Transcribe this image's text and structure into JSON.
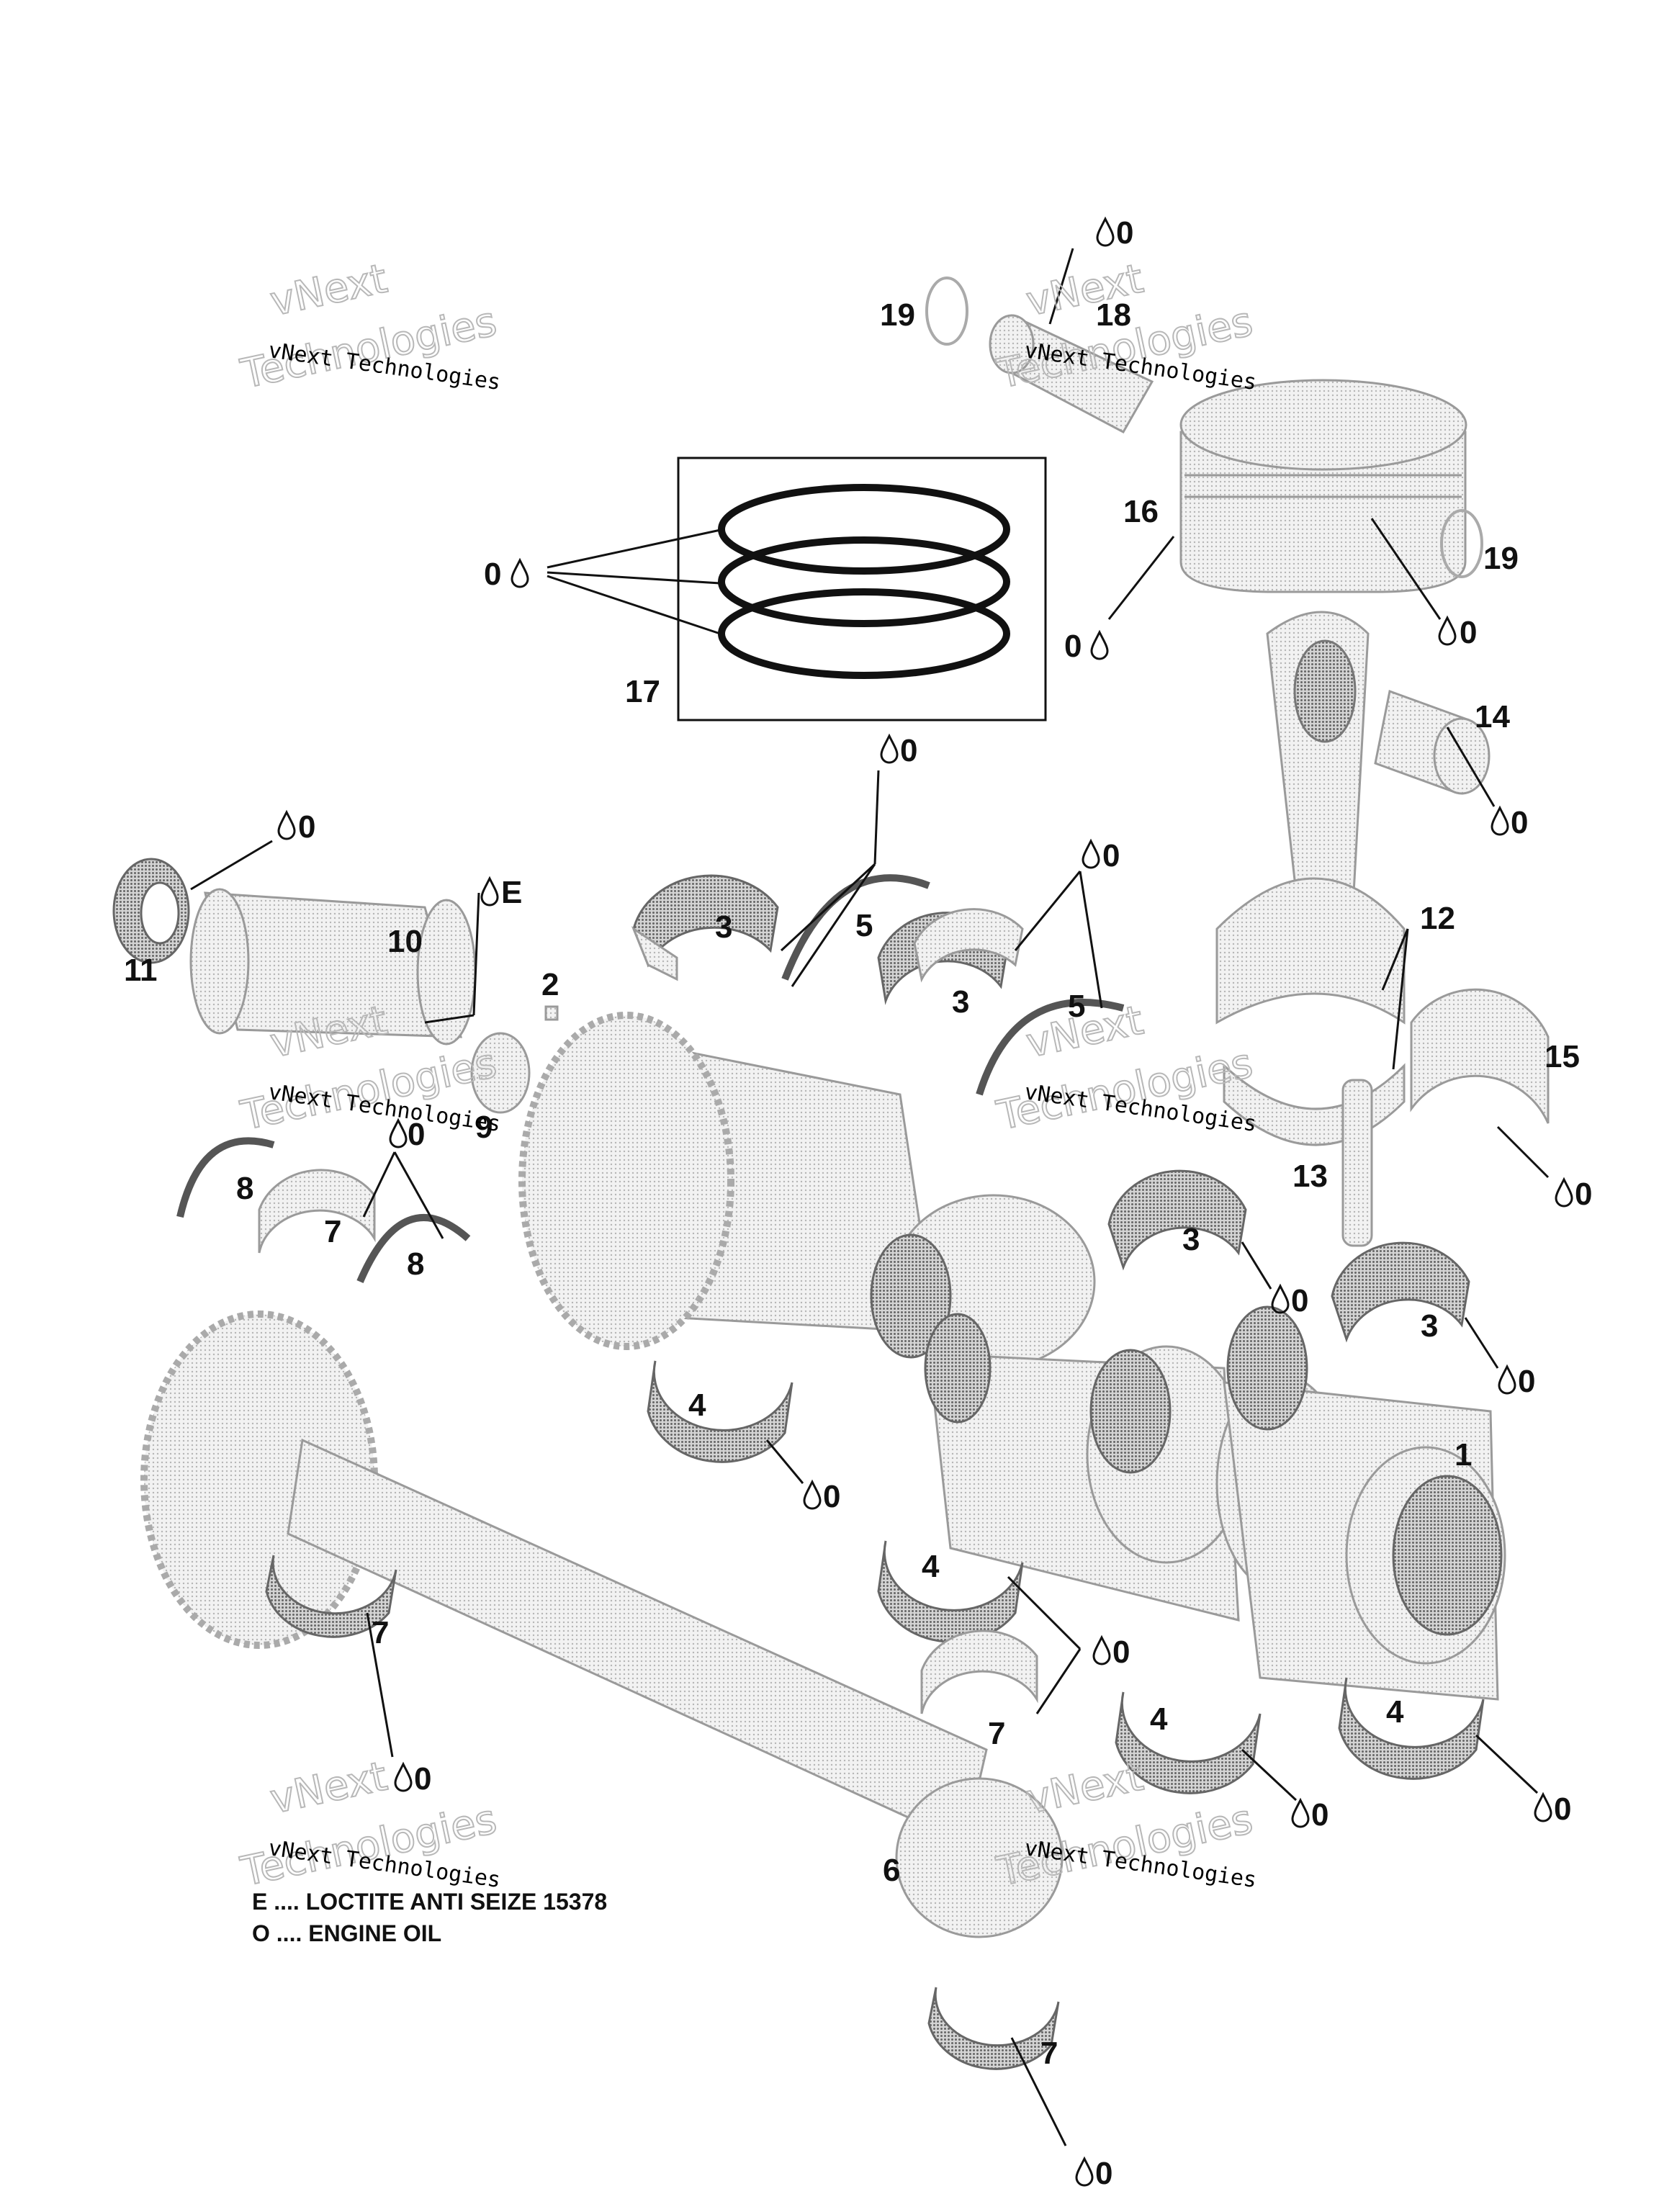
{
  "legend": {
    "line1": "E .... LOCTITE ANTI SEIZE 15378",
    "line2": "O .... ENGINE OIL"
  },
  "watermark": {
    "line1": "vNext Technologies",
    "line2": "vNext",
    "line3": "Technologies"
  },
  "lube": {
    "oil": "0",
    "seize": "E"
  },
  "labels": {
    "p1": "1",
    "p2": "2",
    "p3": "3",
    "p4": "4",
    "p5": "5",
    "p6": "6",
    "p7": "7",
    "p8": "8",
    "p9": "9",
    "p10": "10",
    "p11": "11",
    "p12": "12",
    "p13": "13",
    "p14": "14",
    "p15": "15",
    "p16": "16",
    "p17": "17",
    "p18": "18",
    "p19": "19"
  },
  "colors": {
    "line": "#111111",
    "part": "#d8d8d8",
    "part_dark": "#8a8a8a"
  },
  "icons": {
    "lube_drop": "drop-icon"
  }
}
